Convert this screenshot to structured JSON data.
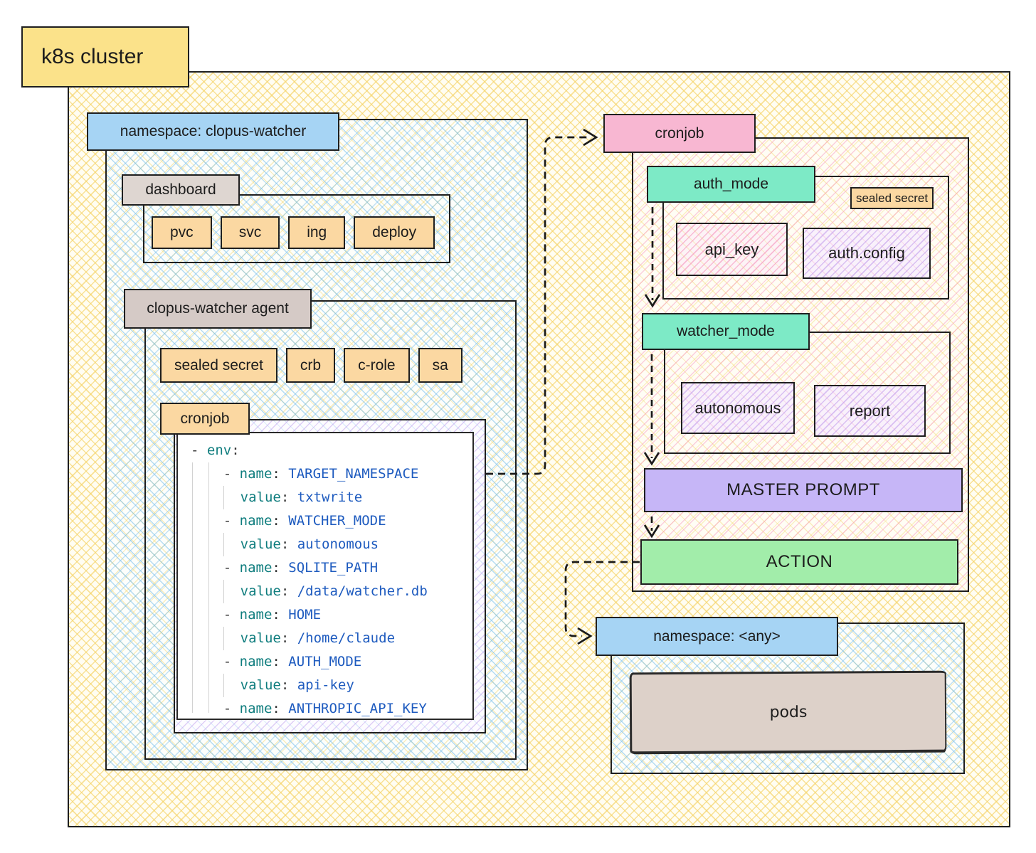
{
  "title": "k8s cluster",
  "left_namespace": {
    "label": "namespace: clopus-watcher",
    "dashboard": {
      "label": "dashboard",
      "items": [
        "pvc",
        "svc",
        "ing",
        "deploy"
      ]
    },
    "agent": {
      "label": "clopus-watcher agent",
      "items": [
        "sealed secret",
        "crb",
        "c-role",
        "sa"
      ],
      "cronjob": {
        "label": "cronjob",
        "code_lines": [
          {
            "indent": 0,
            "dash": true,
            "key": "env",
            "value": ""
          },
          {
            "indent": 1,
            "dash": true,
            "key": "name",
            "value": "TARGET_NAMESPACE"
          },
          {
            "indent": 1,
            "dash": false,
            "key": "value",
            "value": "txtwrite"
          },
          {
            "indent": 1,
            "dash": true,
            "key": "name",
            "value": "WATCHER_MODE"
          },
          {
            "indent": 1,
            "dash": false,
            "key": "value",
            "value": "autonomous"
          },
          {
            "indent": 1,
            "dash": true,
            "key": "name",
            "value": "SQLITE_PATH"
          },
          {
            "indent": 1,
            "dash": false,
            "key": "value",
            "value": "/data/watcher.db"
          },
          {
            "indent": 1,
            "dash": true,
            "key": "name",
            "value": "HOME"
          },
          {
            "indent": 1,
            "dash": false,
            "key": "value",
            "value": "/home/claude"
          },
          {
            "indent": 1,
            "dash": true,
            "key": "name",
            "value": "AUTH_MODE"
          },
          {
            "indent": 1,
            "dash": false,
            "key": "value",
            "value": "api-key"
          },
          {
            "indent": 1,
            "dash": true,
            "key": "name",
            "value": "ANTHROPIC_API_KEY"
          }
        ]
      }
    }
  },
  "right_cronjob": {
    "label": "cronjob",
    "auth": {
      "label": "auth_mode",
      "badge": "sealed secret",
      "item1": "api_key",
      "item2": "auth.config"
    },
    "watcher": {
      "label": "watcher_mode",
      "item1": "autonomous",
      "item2": "report"
    },
    "master_prompt": "MASTER PROMPT",
    "action": "ACTION"
  },
  "bottom_namespace": {
    "label": "namespace: <any>",
    "pods_label": "pods"
  },
  "colors": {
    "cluster_label": "#fbe28a",
    "namespace_blue": "#a6d4f4",
    "dashboard_gray": "#ded6d1",
    "agent_gray": "#d5cac6",
    "orange": "#fbd8a2",
    "pink": "#f8b7d2",
    "mint": "#7deac6",
    "purple": "#c6b6f7",
    "green": "#a2edaa",
    "pods_tan": "#ddd1c9",
    "code_key": "#0f7d7e",
    "code_value": "#1e5bbf",
    "line_dark": "#1f1f1f"
  }
}
